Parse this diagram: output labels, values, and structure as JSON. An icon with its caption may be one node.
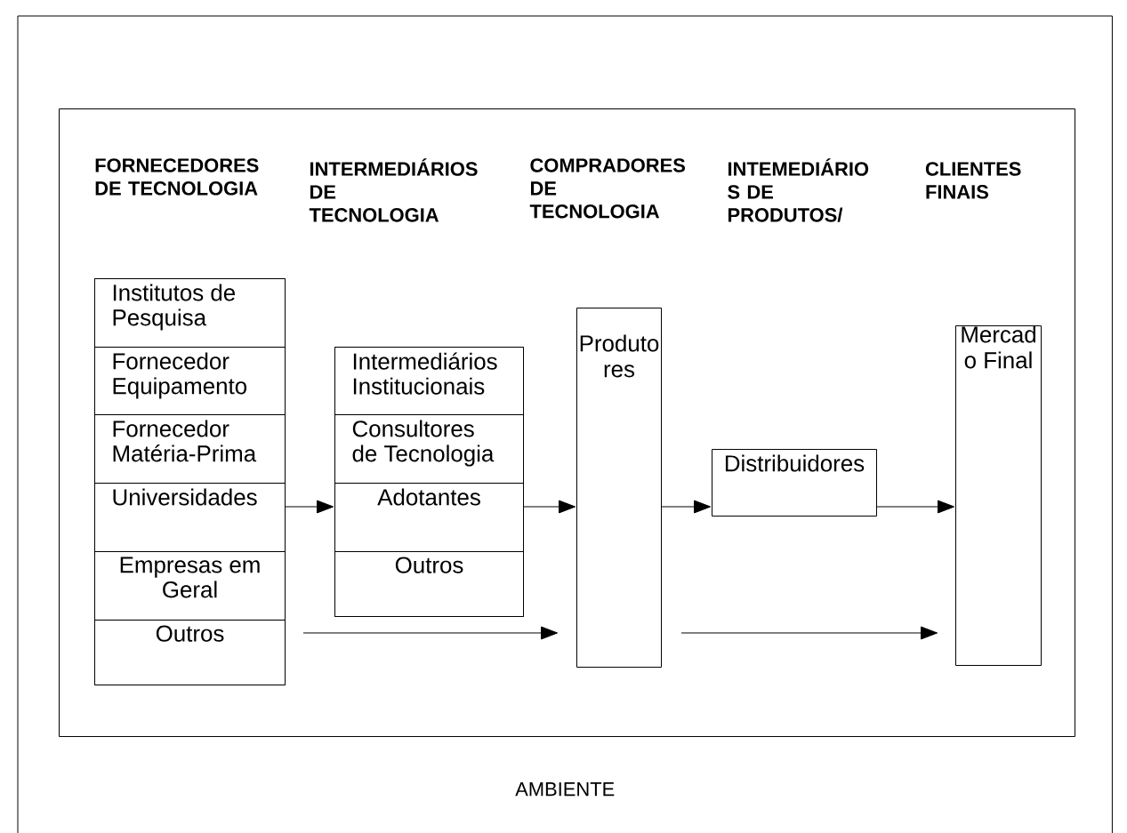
{
  "diagram": {
    "nodes": [
      {
        "text": [
          "AMBIENTE"
        ]
      },
      {
        "text": [],
        "shape": "box",
        "in": 0
      },
      {
        "text": [],
        "shape": "box",
        "in": 1
      },
      {
        "text": [
          "Institutos de Pesquisa"
        ],
        "in": 2
      },
      {
        "text": [
          "Fornecedor Equipamento"
        ],
        "in": 2
      },
      {
        "text": [
          "Fornecedor Matéria-Prima"
        ],
        "in": 2
      },
      {
        "text": [
          "Universidades"
        ],
        "in": 2
      },
      {
        "text": [
          "Empresas em Geral"
        ],
        "in": 2
      },
      {
        "text": [
          "Outros"
        ],
        "in": 2
      },
      {
        "text": [],
        "shape": "box",
        "in": 1
      },
      {
        "text": [
          "Intermediários Institucionais"
        ],
        "in": 9
      },
      {
        "text": [
          "Consultores de Tecnologia"
        ],
        "in": 9
      },
      {
        "text": [
          "Adotantes"
        ],
        "in": 9
      },
      {
        "text": [
          "Outros"
        ],
        "in": 9
      },
      {
        "text": [
          "Produtores"
        ],
        "in": 1
      },
      {
        "text": [
          "Distribuidores"
        ],
        "in": 1
      },
      {
        "text": [
          "Mercado Final"
        ],
        "in": 1
      }
    ],
    "edges": [
      {
        "from": 2,
        "to": 9,
        "arrow": "to"
      },
      {
        "from": 9,
        "to": 14,
        "arrow": "to"
      },
      {
        "from": 14,
        "to": 15,
        "arrow": "to"
      },
      {
        "from": 15,
        "to": 16,
        "arrow": "to"
      },
      {
        "from": 8,
        "to": 14,
        "arrow": "to"
      },
      {
        "from": 14,
        "to": 16,
        "arrow": "to"
      }
    ],
    "labels": [
      "FORNECEDORES DE TECNOLOGIA",
      "INTERMEDIÁRIOS DE TECNOLOGIA",
      "COMPRADORES DE TECNOLOGIA",
      "INTEMEDIÁRIO S DE PRODUTOS/",
      "CLIENTES FINAIS"
    ]
  }
}
